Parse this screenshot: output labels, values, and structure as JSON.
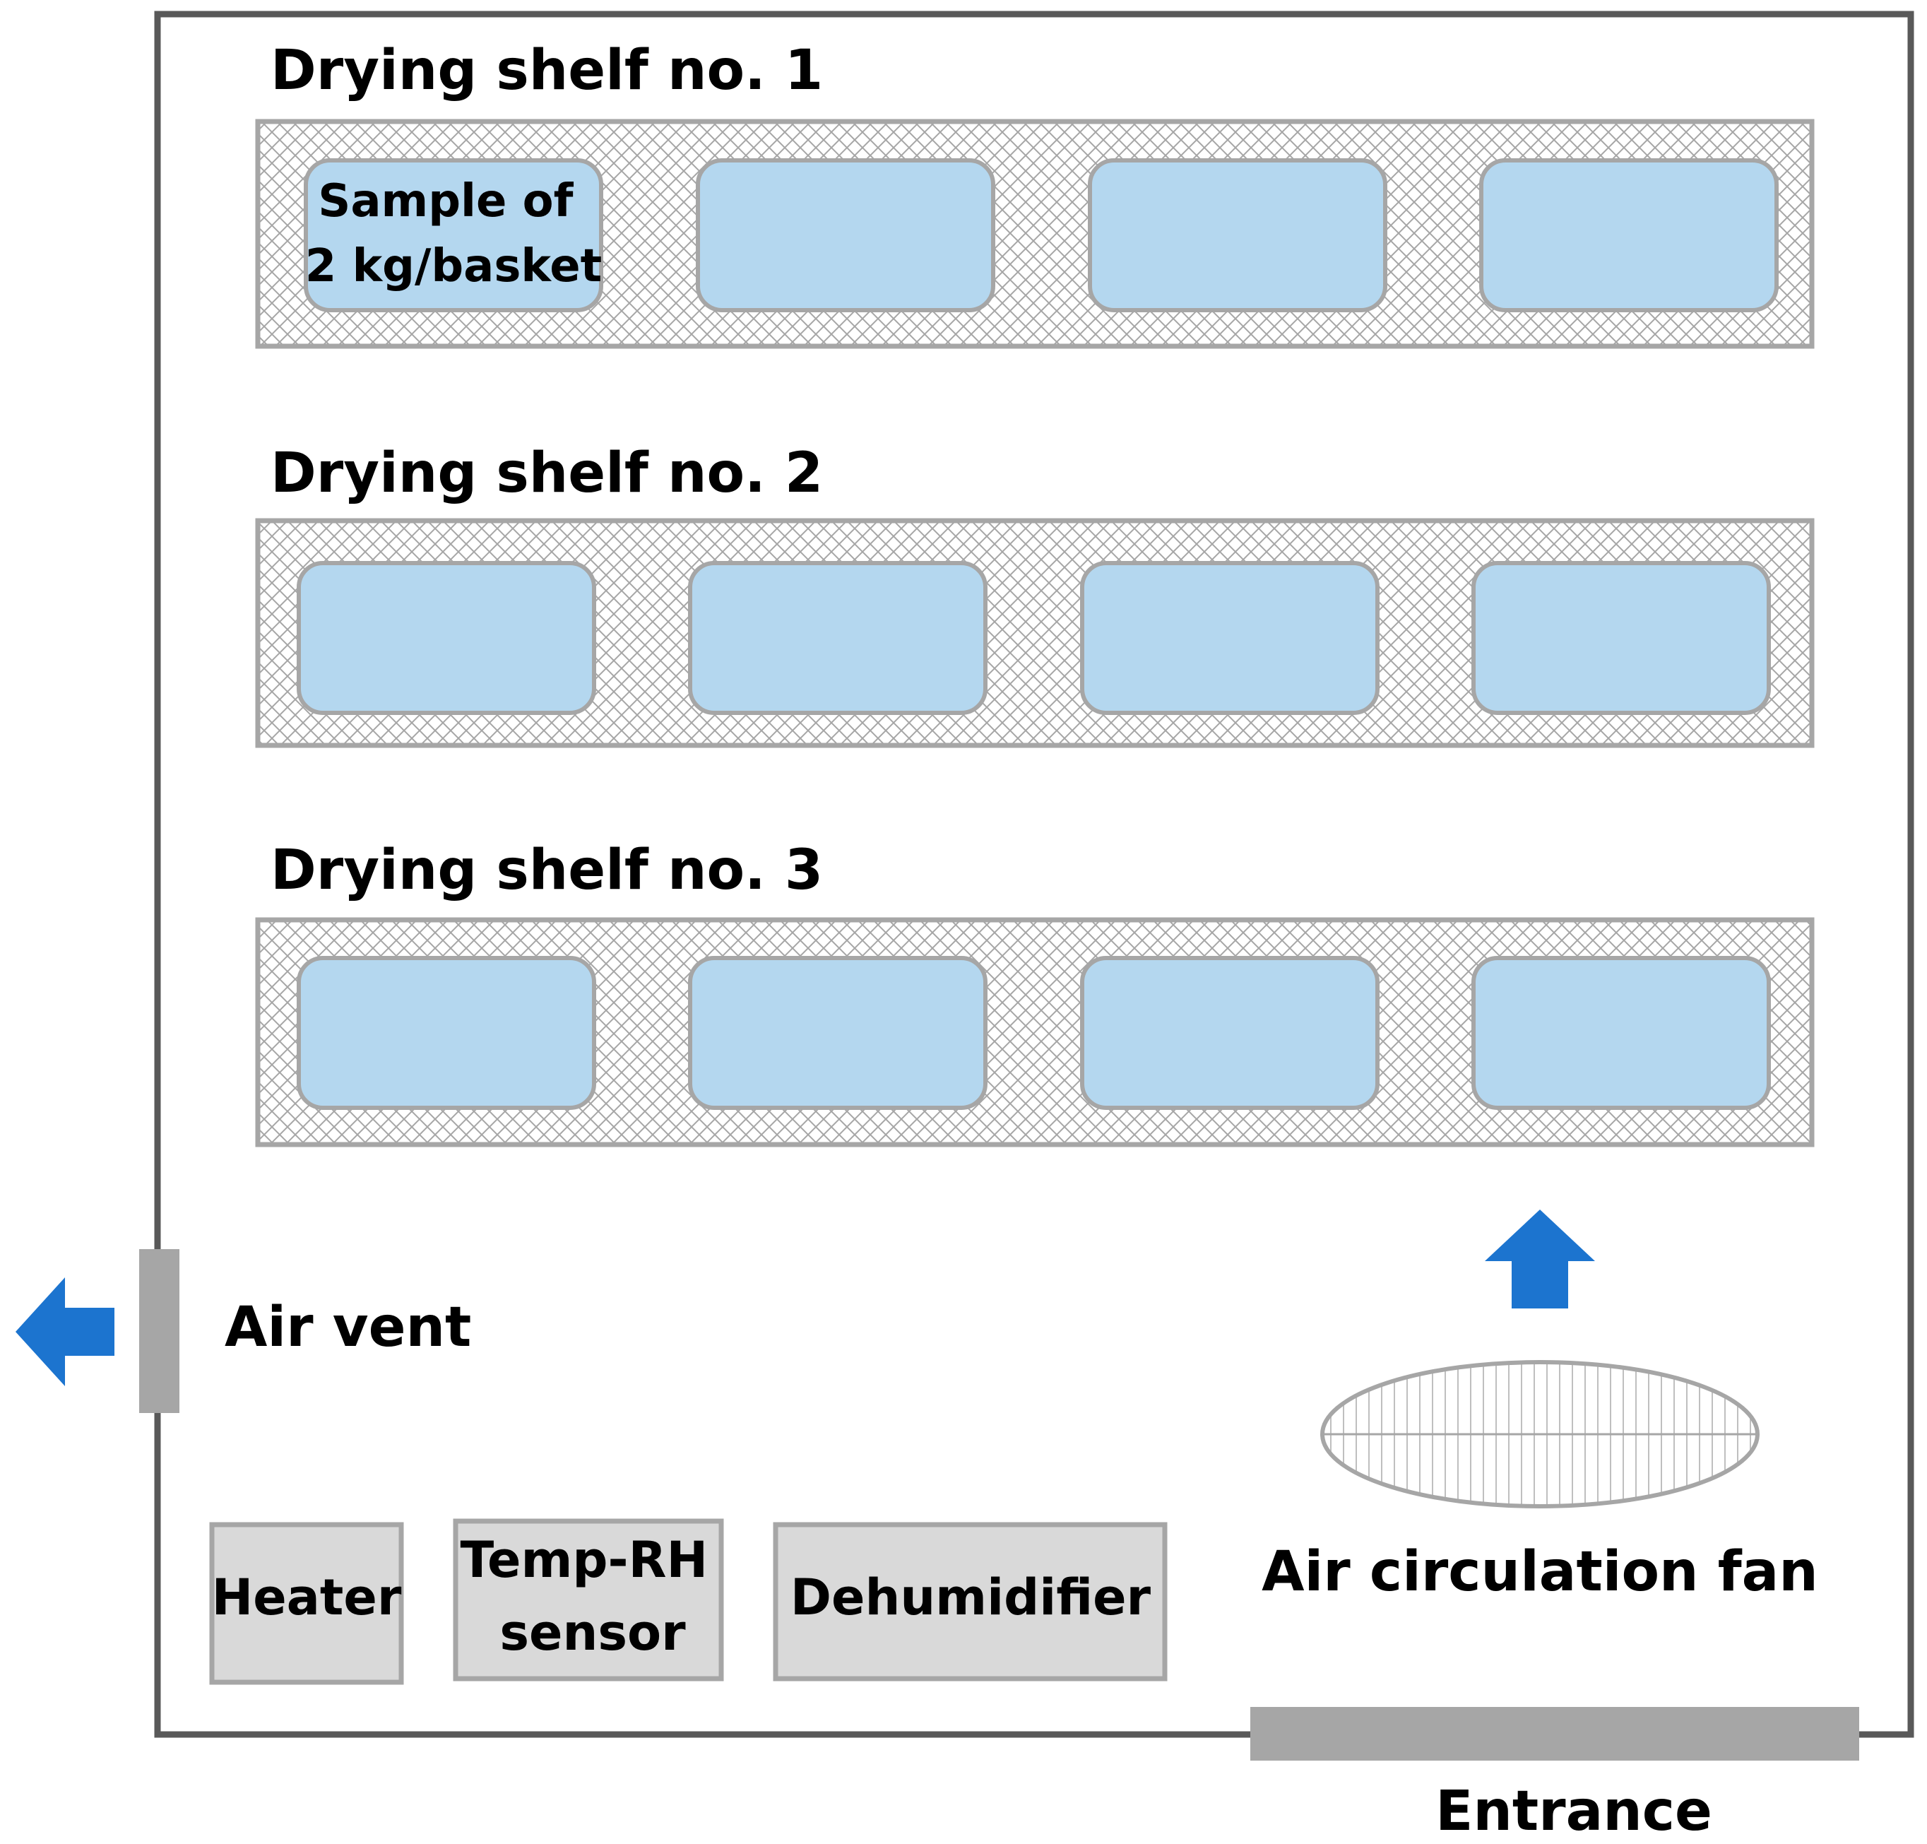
{
  "shelves": [
    {
      "title": "Drying shelf no. 1",
      "baskets": [
        "Sample of|2 kg/basket",
        "",
        "",
        ""
      ]
    },
    {
      "title": "Drying shelf no. 2",
      "baskets": [
        "",
        "",
        "",
        ""
      ]
    },
    {
      "title": "Drying shelf no. 3",
      "baskets": [
        "",
        "",
        "",
        ""
      ]
    }
  ],
  "labels": {
    "air_vent": "Air vent",
    "fan": "Air circulation fan",
    "entrance": "Entrance"
  },
  "equipment": {
    "heater": "Heater",
    "sensor_line1": "Temp-RH",
    "sensor_line2": "sensor",
    "dehumidifier": "Dehumidifier"
  },
  "colors": {
    "basket_fill": "#b4d7ef",
    "basket_stroke": "#a6a6a6",
    "shelf_mesh": "#a6a6a6",
    "arrow": "#1c74cf",
    "wall": "#595959",
    "equipment_fill": "#d9d9d9",
    "door": "#a6a6a6"
  }
}
